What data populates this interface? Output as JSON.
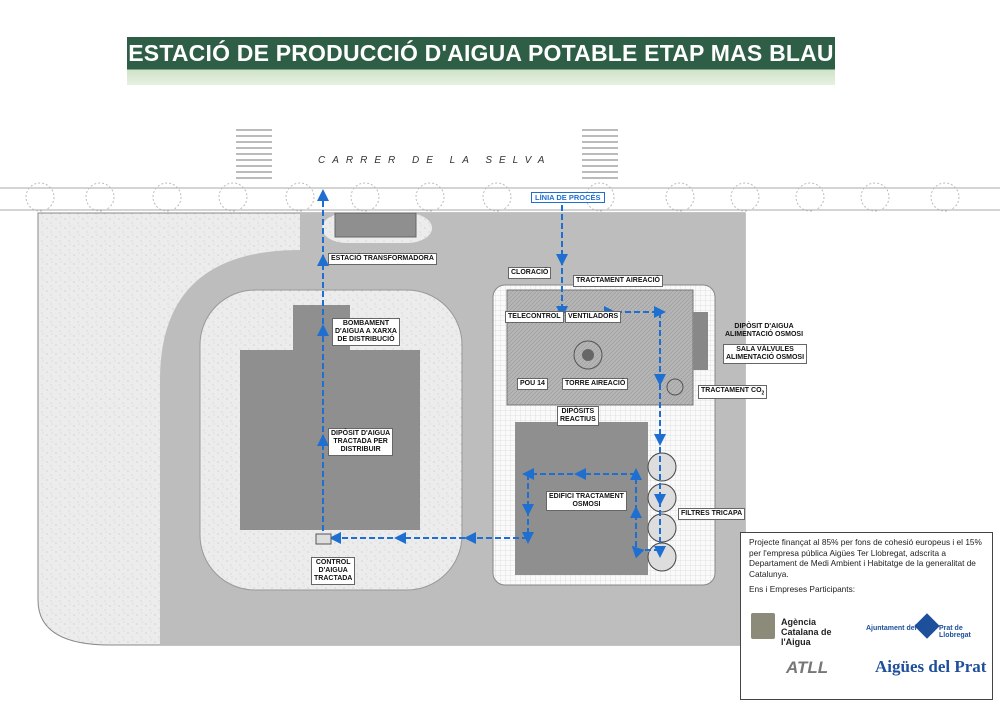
{
  "title": "ESTACIÓ DE PRODUCCIÓ D'AIGUA POTABLE ETAP MAS BLAU",
  "street": "CARRER DE LA SELVA",
  "process_line": "LÍNIA DE PROCÉS",
  "labels": {
    "transformer": "ESTACIÓ TRANSFORMADORA",
    "pumping": "BOMBAMENT\nD'AIGUA A XARXA\nDE DISTRIBUCIÓ",
    "tank": "DIPÒSIT D'AIGUA\nTRACTADA PER\nDISTRIBUIR",
    "control": "CONTROL\nD'AIGUA\nTRACTADA",
    "chlorination": "CLORACIÓ",
    "aeration": "TRACTAMENT AIREACIÓ",
    "telecontrol": "TELECONTROL",
    "fans": "VENTILADORS",
    "osmosis_tank": "DIPÒSIT D'AIGUA\nALIMENTACIÓ OSMOSI",
    "valves": "SALA VÀLVULES\nALIMENTACIÓ OSMOSI",
    "well": "POU 14",
    "tower": "TORRE AIREACIÓ",
    "co2": "TRACTAMENT CO",
    "co2_sub": "2",
    "reagents": "DIPÒSITS\nREACTIUS",
    "osmosis_building": "EDIFICI TRACTAMENT\nOSMOSI",
    "filters": "FILTRES TRICAPA"
  },
  "info": {
    "text": "Projecte finançat al 85% per fons de cohesió europeus i el 15% per l'empresa pública Aigües Ter Llobregat, adscrita a Departament de Medi Ambient i Habitatge de la generalitat de Catalunya.",
    "participants": "Ens i Empreses Participants:",
    "logos": [
      "Agència Catalana de l'Aigua",
      "Ajuntament del",
      "Prat de Llobregat",
      "ATLL",
      "Aigües del Prat"
    ]
  },
  "colors": {
    "banner": "#2f5e46",
    "process": "#1f6fd1",
    "road": "#bdbdbd",
    "building": "#8f8f8f"
  }
}
